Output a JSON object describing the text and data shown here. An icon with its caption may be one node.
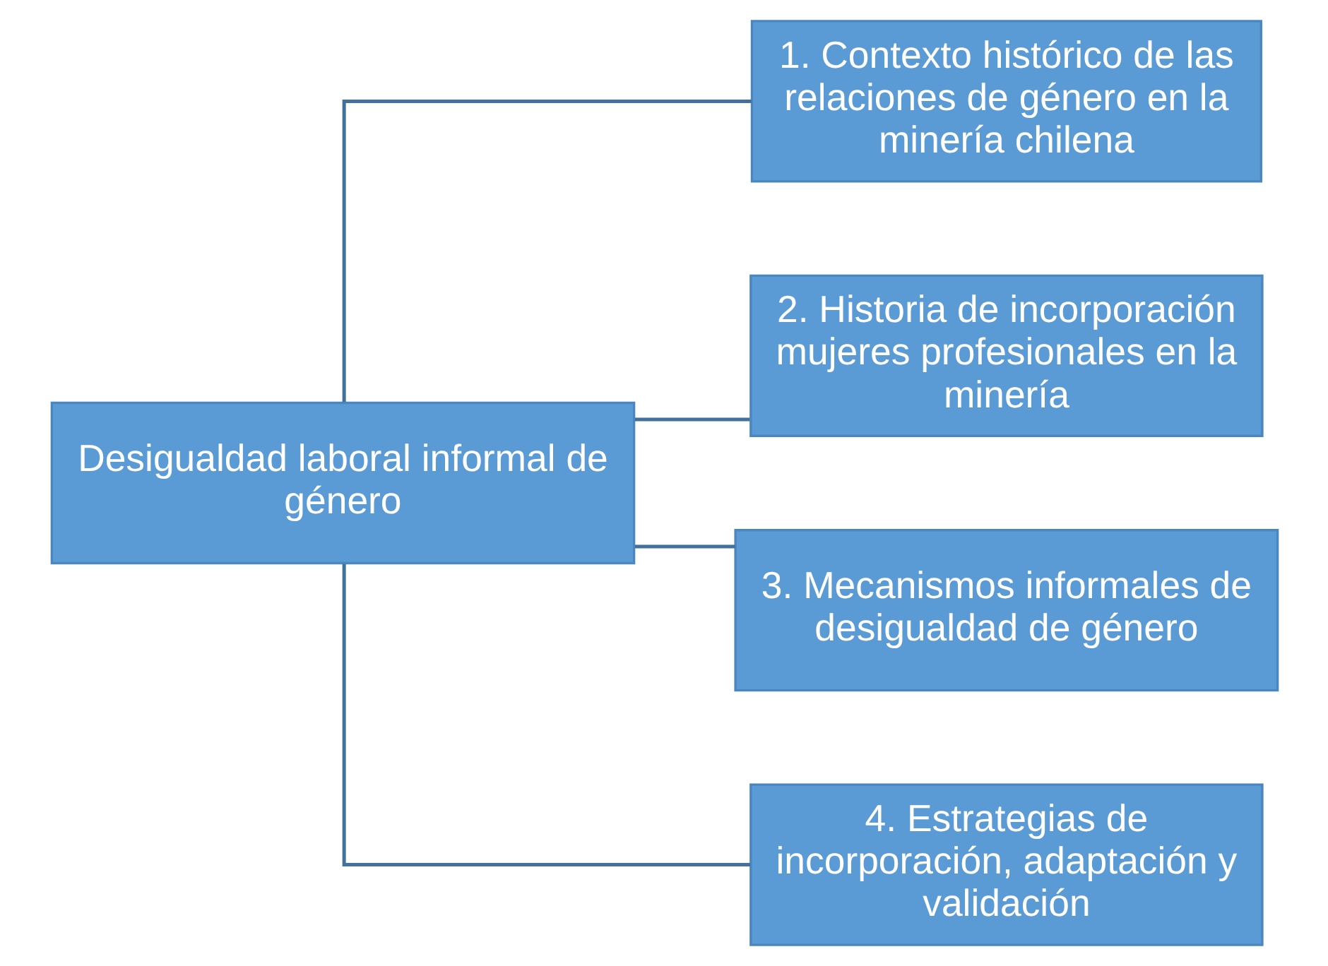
{
  "diagram": {
    "nodes": [
      {
        "text": [
          "Desigualdad laboral informal de género"
        ]
      },
      {
        "text": [
          "1. Contexto histórico de las relaciones de género en la minería chilena"
        ]
      },
      {
        "text": [
          "2. Historia de incorporación mujeres profesionales en la minería"
        ]
      },
      {
        "text": [
          "3. Mecanismos informales de desigualdad de género"
        ]
      },
      {
        "text": [
          "4. Estrategias de incorporación, adaptación y validación"
        ]
      }
    ],
    "edges": [
      {
        "from": 0,
        "to": 1,
        "arrow": "none"
      },
      {
        "from": 0,
        "to": 2,
        "arrow": "none"
      },
      {
        "from": 0,
        "to": 3,
        "arrow": "none"
      },
      {
        "from": 0,
        "to": 4,
        "arrow": "none"
      }
    ]
  }
}
